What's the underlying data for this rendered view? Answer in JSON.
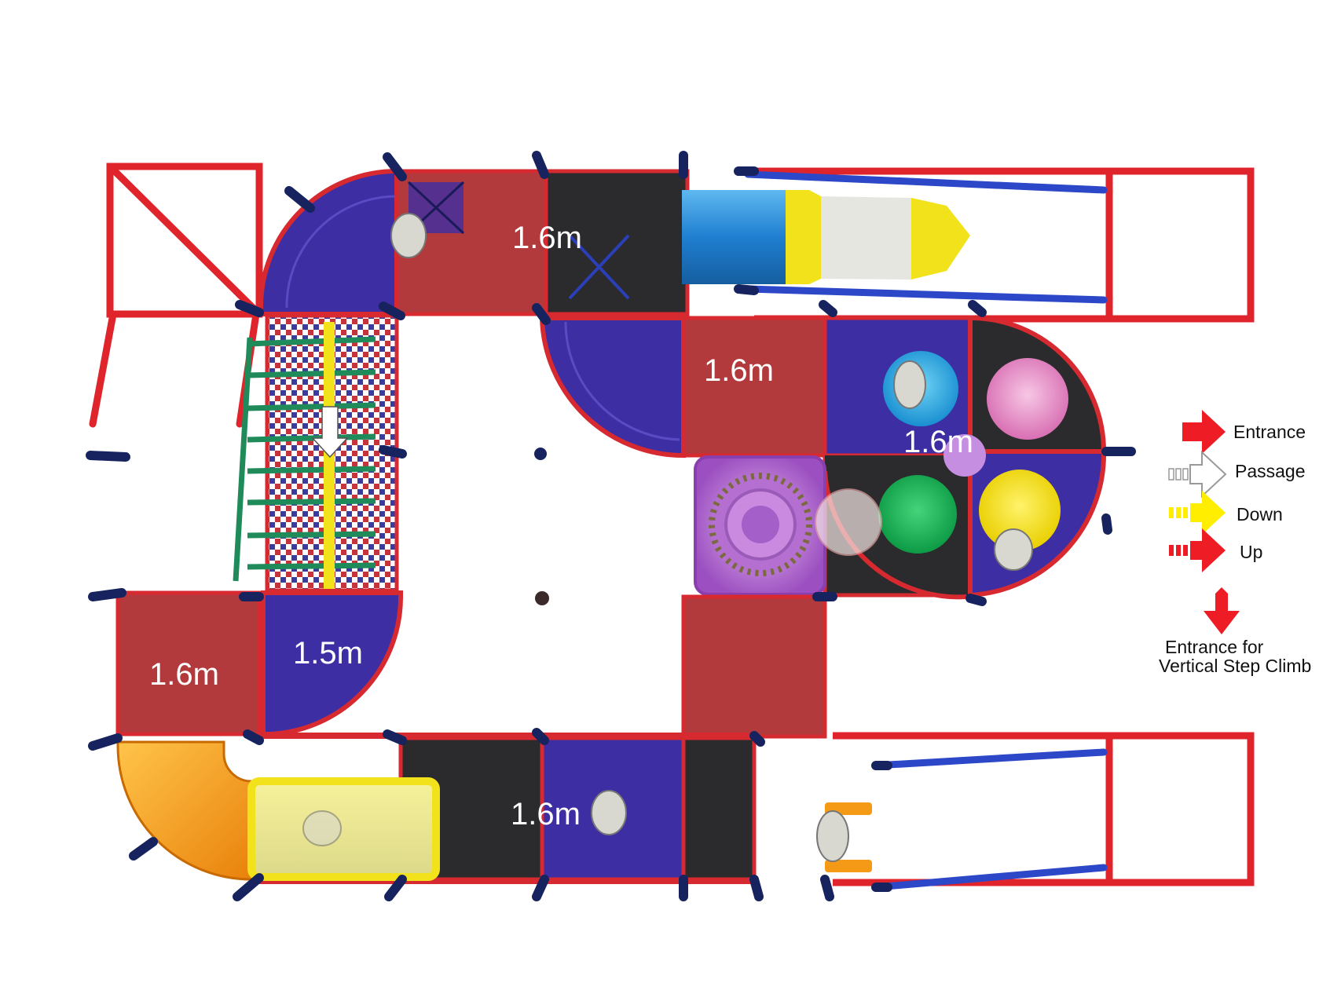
{
  "labels": {
    "top_middle": "1.6m",
    "center": "1.6m",
    "right_cluster": "1.6m",
    "bottom_left": "1.6m",
    "bottom_left_curve": "1.5m",
    "bottom_middle": "1.6m"
  },
  "legend": {
    "entrance": "Entrance",
    "passage": "Passage",
    "down": "Down",
    "up": "Up",
    "vertical_line1": "Entrance for",
    "vertical_line2": "Vertical Step Climb"
  },
  "colors": {
    "frame_red": "#e0242b",
    "panel_red": "#b23a3c",
    "panel_blue": "#3d2ea3",
    "panel_black": "#2b2a2c",
    "pole_navy": "#16235e",
    "slide_blue": "#1f7fd0",
    "slide_yellow": "#f2e21c",
    "tube_orange": "#f59a16",
    "net_green": "#1f8a5a",
    "legend_red": "#ee1c24",
    "legend_yellow": "#ffee00"
  }
}
